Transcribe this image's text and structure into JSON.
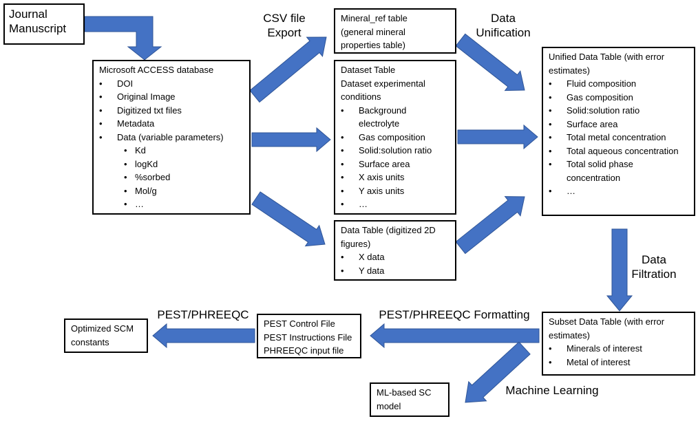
{
  "boxes": {
    "journal": {
      "title": "Journal\nManuscript"
    },
    "access": {
      "title": "Microsoft ACCESS database",
      "items": [
        "DOI",
        "Original Image",
        "Digitized txt files",
        "Metadata",
        "Data (variable parameters)"
      ],
      "subitems": [
        "Kd",
        "logKd",
        "%sorbed",
        "Mol/g",
        "…"
      ]
    },
    "mineral_ref": {
      "title": "Mineral_ref table\n(general mineral\nproperties table)"
    },
    "dataset": {
      "title": "Dataset Table\nDataset experimental\nconditions",
      "items": [
        "Background electrolyte",
        "Gas composition",
        "Solid:solution ratio",
        "Surface area",
        "X axis units",
        "Y axis units",
        "…"
      ]
    },
    "data_table": {
      "title": "Data Table (digitized 2D\nfigures)",
      "items": [
        "X data",
        "Y data"
      ]
    },
    "unified": {
      "title": "Unified Data Table (with error\nestimates)",
      "items": [
        "Fluid composition",
        "Gas composition",
        "Solid:solution ratio",
        "Surface area",
        "Total metal concentration",
        "Total aqueous concentration",
        "Total solid phase concentration",
        "…"
      ]
    },
    "subset": {
      "title": "Subset Data Table (with error\nestimates)",
      "items": [
        "Minerals of interest",
        "Metal of interest"
      ]
    },
    "pest_files": {
      "title": "PEST Control File\nPEST Instructions File\nPHREEQC input file"
    },
    "optimized": {
      "title": "Optimized SCM\nconstants"
    },
    "ml_model": {
      "title": "ML-based SC\nmodel"
    }
  },
  "labels": {
    "csv_export": "CSV file\nExport",
    "data_unification": "Data\nUnification",
    "data_filtration": "Data\nFiltration",
    "pest_formatting": "PEST/PHREEQC Formatting",
    "pest_phreeqc": "PEST/PHREEQC",
    "machine_learning": "Machine Learning"
  },
  "colors": {
    "arrow_fill": "#4472C4",
    "arrow_stroke": "#2F5597"
  }
}
